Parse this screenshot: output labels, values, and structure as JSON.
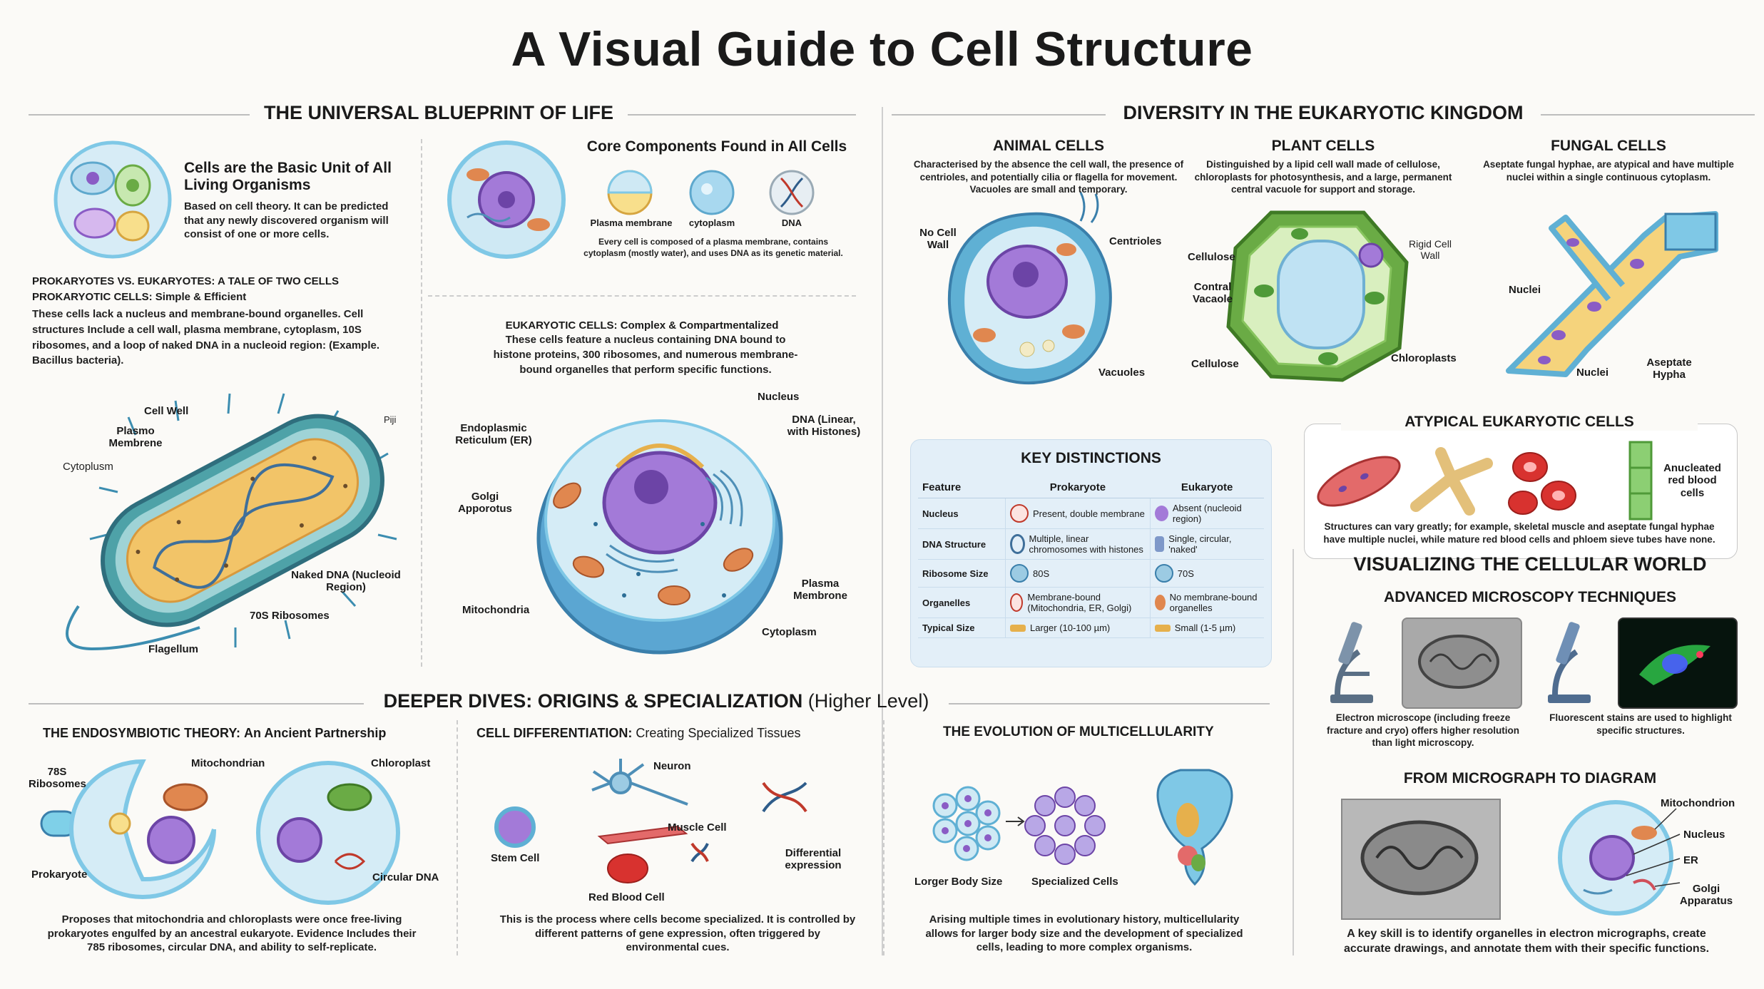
{
  "title": "A Visual Guide to Cell Structure",
  "colors": {
    "membrane": "#7fc8e6",
    "cytoplasm": "#cfe9f4",
    "nucleus": "#8a5cc5",
    "mito": "#e0874f",
    "plant_wall": "#6aab45",
    "prok_body": "#f2c468",
    "rbc": "#d8322f"
  },
  "universal": {
    "heading": "THE UNIVERSAL BLUEPRINT OF LIFE",
    "basic_title": "Cells are the Basic Unit of All Living Organisms",
    "basic_text": "Based on cell theory. It can be predicted that any newly discovered organism will consist of one or more cells.",
    "core_title": "Core Components Found in All Cells",
    "core_items": [
      "Plasma membrane",
      "cytoplasm",
      "DNA"
    ],
    "core_text": "Every cell is composed of a plasma membrane, contains cytoplasm (mostly water), and uses DNA as its genetic material.",
    "pve_title": "PROKARYOTES VS. EUKARYOTES: A TALE OF TWO CELLS",
    "prok_title": "PROKARYOTIC CELLS: Simple & Efficient",
    "prok_text": "These cells lack a nucleus and membrane-bound organelles. Cell structures Include a cell wall, plasma membrane, cytoplasm, 10S ribosomes, and a loop of naked DNA in a nucleoid region: (Example. Bacillus bacteria).",
    "prok_labels": {
      "cell_wall": "Cell Well",
      "plasma": "Plasmo Membrene",
      "cytoplasm": "Cytoplusm",
      "pili": "Piji",
      "dna": "Naked DNA (Nucleoid Region)",
      "ribosomes": "70S Ribosomes",
      "flagellum": "Flagellum"
    },
    "euk_title": "EUKARYOTIC CELLS: Complex & Compartmentalized",
    "euk_text": "These cells feature a nucleus containing DNA bound to histone proteins, 300 ribosomes, and numerous membrane-bound organelles that perform specific functions.",
    "euk_labels": {
      "nucleus": "Nucleus",
      "dna": "DNA (Linear, with Histones)",
      "er": "Endoplasmic Reticulum (ER)",
      "golgi": "Golgi Apporotus",
      "mito": "Mitochondria",
      "plasma": "Plasma Membrone",
      "cytoplasm": "Cytoplasm"
    }
  },
  "diversity": {
    "heading": "DIVERSITY IN THE EUKARYOTIC KINGDOM",
    "animal": {
      "title": "ANIMAL CELLS",
      "text": "Characterised by the absence the cell wall, the presence of centrioles, and potentially cilia or flagella for movement. Vacuoles are small and temporary.",
      "labels": {
        "wall": "No Cell Wall",
        "centrioles": "Centrioles",
        "vacuoles": "Vacuoles"
      }
    },
    "plant": {
      "title": "PLANT CELLS",
      "text": "Distinguished by a lipid cell wall made of cellulose, chloroplasts for photosynthesis, and a large, permanent central vacuole for support and storage.",
      "labels": {
        "cellulose1": "Cellulose",
        "vacuole": "Contral Vacaole",
        "cellulose2": "Cellulose",
        "rigid": "Rigid Cell Wall",
        "chloro": "Chloroplasts"
      }
    },
    "fungal": {
      "title": "FUNGAL CELLS",
      "text": "Aseptate fungal hyphae, are atypical and have multiple nuclei within a single continuous cytoplasm.",
      "labels": {
        "nuclei1": "Nuclei",
        "nuclei2": "Nuclei",
        "hypha": "Aseptate Hypha"
      }
    }
  },
  "key": {
    "title": "KEY DISTINCTIONS",
    "headers": [
      "Feature",
      "Prokaryote",
      "Eukaryote"
    ],
    "rows": [
      {
        "feature": "Nucleus",
        "prok": "Present, double membrane",
        "euk": "Absent (nucleoid region)"
      },
      {
        "feature": "DNA Structure",
        "prok": "Multiple, linear chromosomes with histones",
        "euk": "Single, circular, 'naked'"
      },
      {
        "feature": "Ribosome Size",
        "prok": "80S",
        "euk": "70S"
      },
      {
        "feature": "Organelles",
        "prok": "Membrane-bound (Mitochondria, ER, Golgi)",
        "euk": "No membrane-bound organelles"
      },
      {
        "feature": "Typical Size",
        "prok": "Larger (10-100 µm)",
        "euk": "Small (1-5 µm)"
      }
    ]
  },
  "atypical": {
    "title": "ATYPICAL EUKARYOTIC CELLS",
    "rbc_label": "Anucleated red blood cells",
    "text": "Structures can vary greatly; for example, skeletal muscle and aseptate fungal hyphae have multiple nuclei, while mature red blood cells and phloem sieve tubes have none."
  },
  "visualizing": {
    "heading": "VISUALIZING THE CELLULAR WORLD",
    "micro_title": "ADVANCED MICROSCOPY TECHNIQUES",
    "em_text": "Electron microscope (including freeze fracture and cryo) offers higher resolution than light microscopy.",
    "fl_text": "Fluorescent stains are used to highlight specific structures.",
    "diag_title": "FROM MICROGRAPH TO DIAGRAM",
    "diag_labels": {
      "mito": "Mitochondrion",
      "nucleus": "Nucleus",
      "er": "ER",
      "golgi": "Golgi Apparatus"
    },
    "diag_text": "A key skill is to identify organelles in electron micrographs, create accurate drawings, and annotate them with their specific functions."
  },
  "deeper": {
    "heading": "DEEPER DIVES: ORIGINS & SPECIALIZATION",
    "heading_suffix": "(Higher Level)",
    "endo": {
      "title_bold": "THE ENDOSYMBIOTIC THEORY:",
      "title_rest": "An Ancient Partnership",
      "labels": {
        "ribo": "78S Ribosomes",
        "mito": "Mitochondrian",
        "chloro": "Chloroplast",
        "prok": "Prokaryote",
        "dna": "Circular DNA"
      },
      "text": "Proposes that mitochondria and chloroplasts were once free-living prokaryotes engulfed by an ancestral eukaryote. Evidence Includes their 785 ribosomes, circular DNA, and ability to self-replicate."
    },
    "diff": {
      "title_bold": "CELL DIFFERENTIATION:",
      "title_rest": "Creating Specialized Tissues",
      "labels": {
        "neuron": "Neuron",
        "muscle": "Muscle Cell",
        "stem": "Stem Cell",
        "rbc": "Red Blood Cell",
        "expr": "Differential expression"
      },
      "text": "This is the process where cells become specialized. It is controlled by different patterns of gene expression, often triggered by environmental cues."
    },
    "multi": {
      "title": "THE EVOLUTION OF MULTICELLULARITY",
      "labels": {
        "larger": "Lorger Body Size",
        "spec": "Specialized Cells"
      },
      "text": "Arising multiple times in evolutionary history, multicellularity allows for larger body size and the development of specialized cells, leading to more complex organisms."
    }
  }
}
